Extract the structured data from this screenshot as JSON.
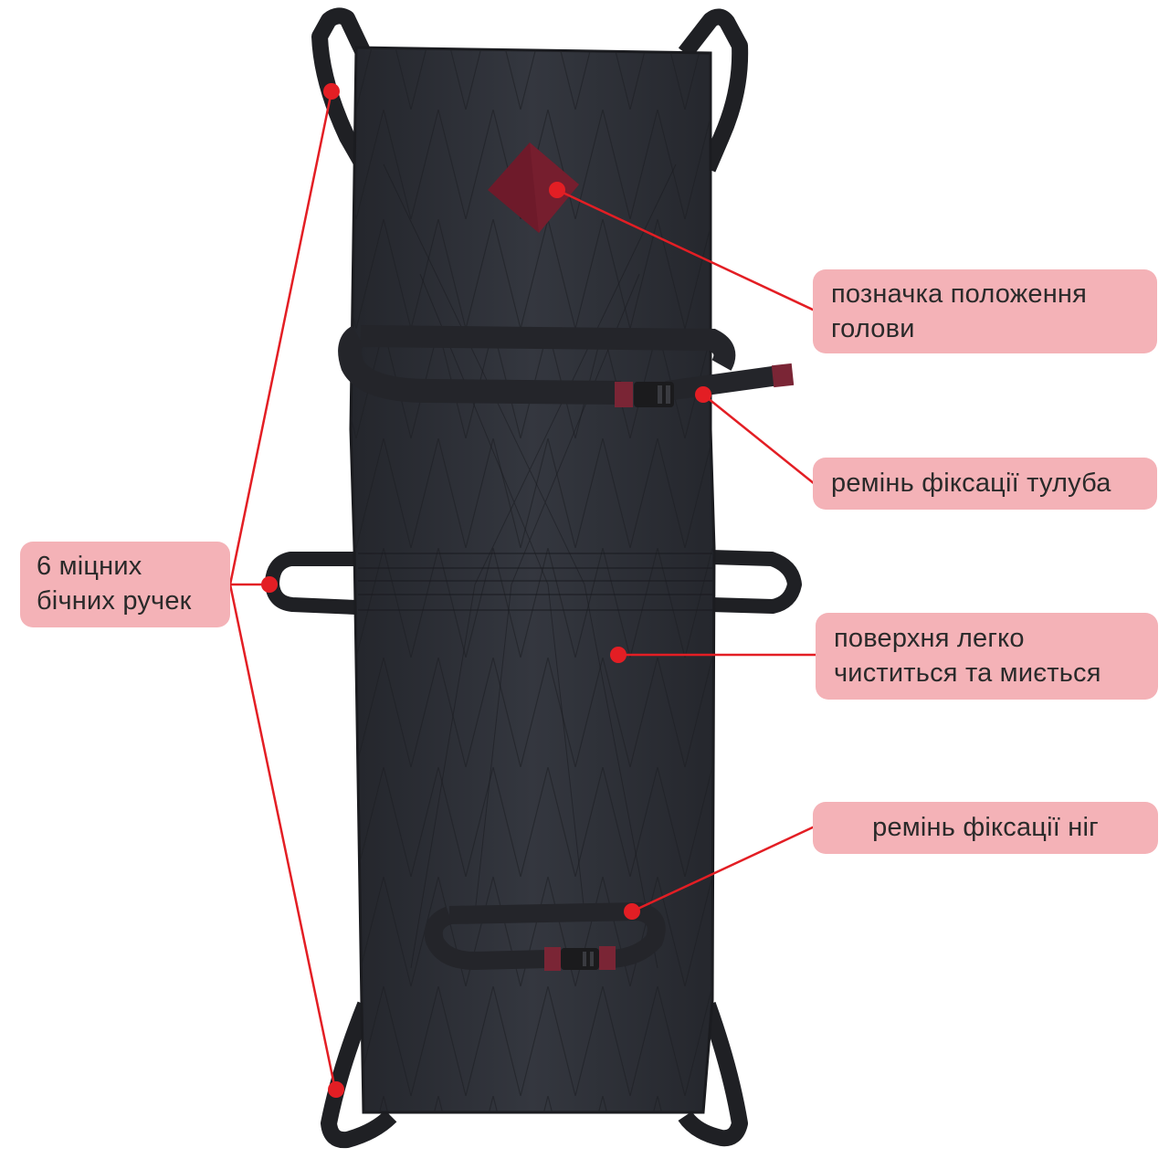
{
  "diagram": {
    "subject": "stretcher",
    "colors": {
      "callout_line": "#e31e24",
      "callout_dot": "#e31e24",
      "label_background": "#f4b2b7",
      "label_text": "#2a2a2a",
      "stretcher_fabric": "#2b2e35",
      "strap": "#24252a",
      "head_marker": "#6e1a2a",
      "strap_tab": "#7a2535",
      "buckle": "#1b1b1d"
    },
    "callouts": {
      "head_marker": {
        "lines": [
          "позначка положення",
          "голови"
        ]
      },
      "torso_strap": {
        "lines": [
          "ремінь фіксації тулуба"
        ]
      },
      "surface": {
        "lines": [
          "поверхня легко",
          "чиститься та миється"
        ]
      },
      "leg_strap": {
        "lines": [
          "ремінь фіксації ніг"
        ]
      },
      "handles": {
        "lines": [
          "6 міцних",
          "бічних ручек"
        ]
      }
    }
  }
}
